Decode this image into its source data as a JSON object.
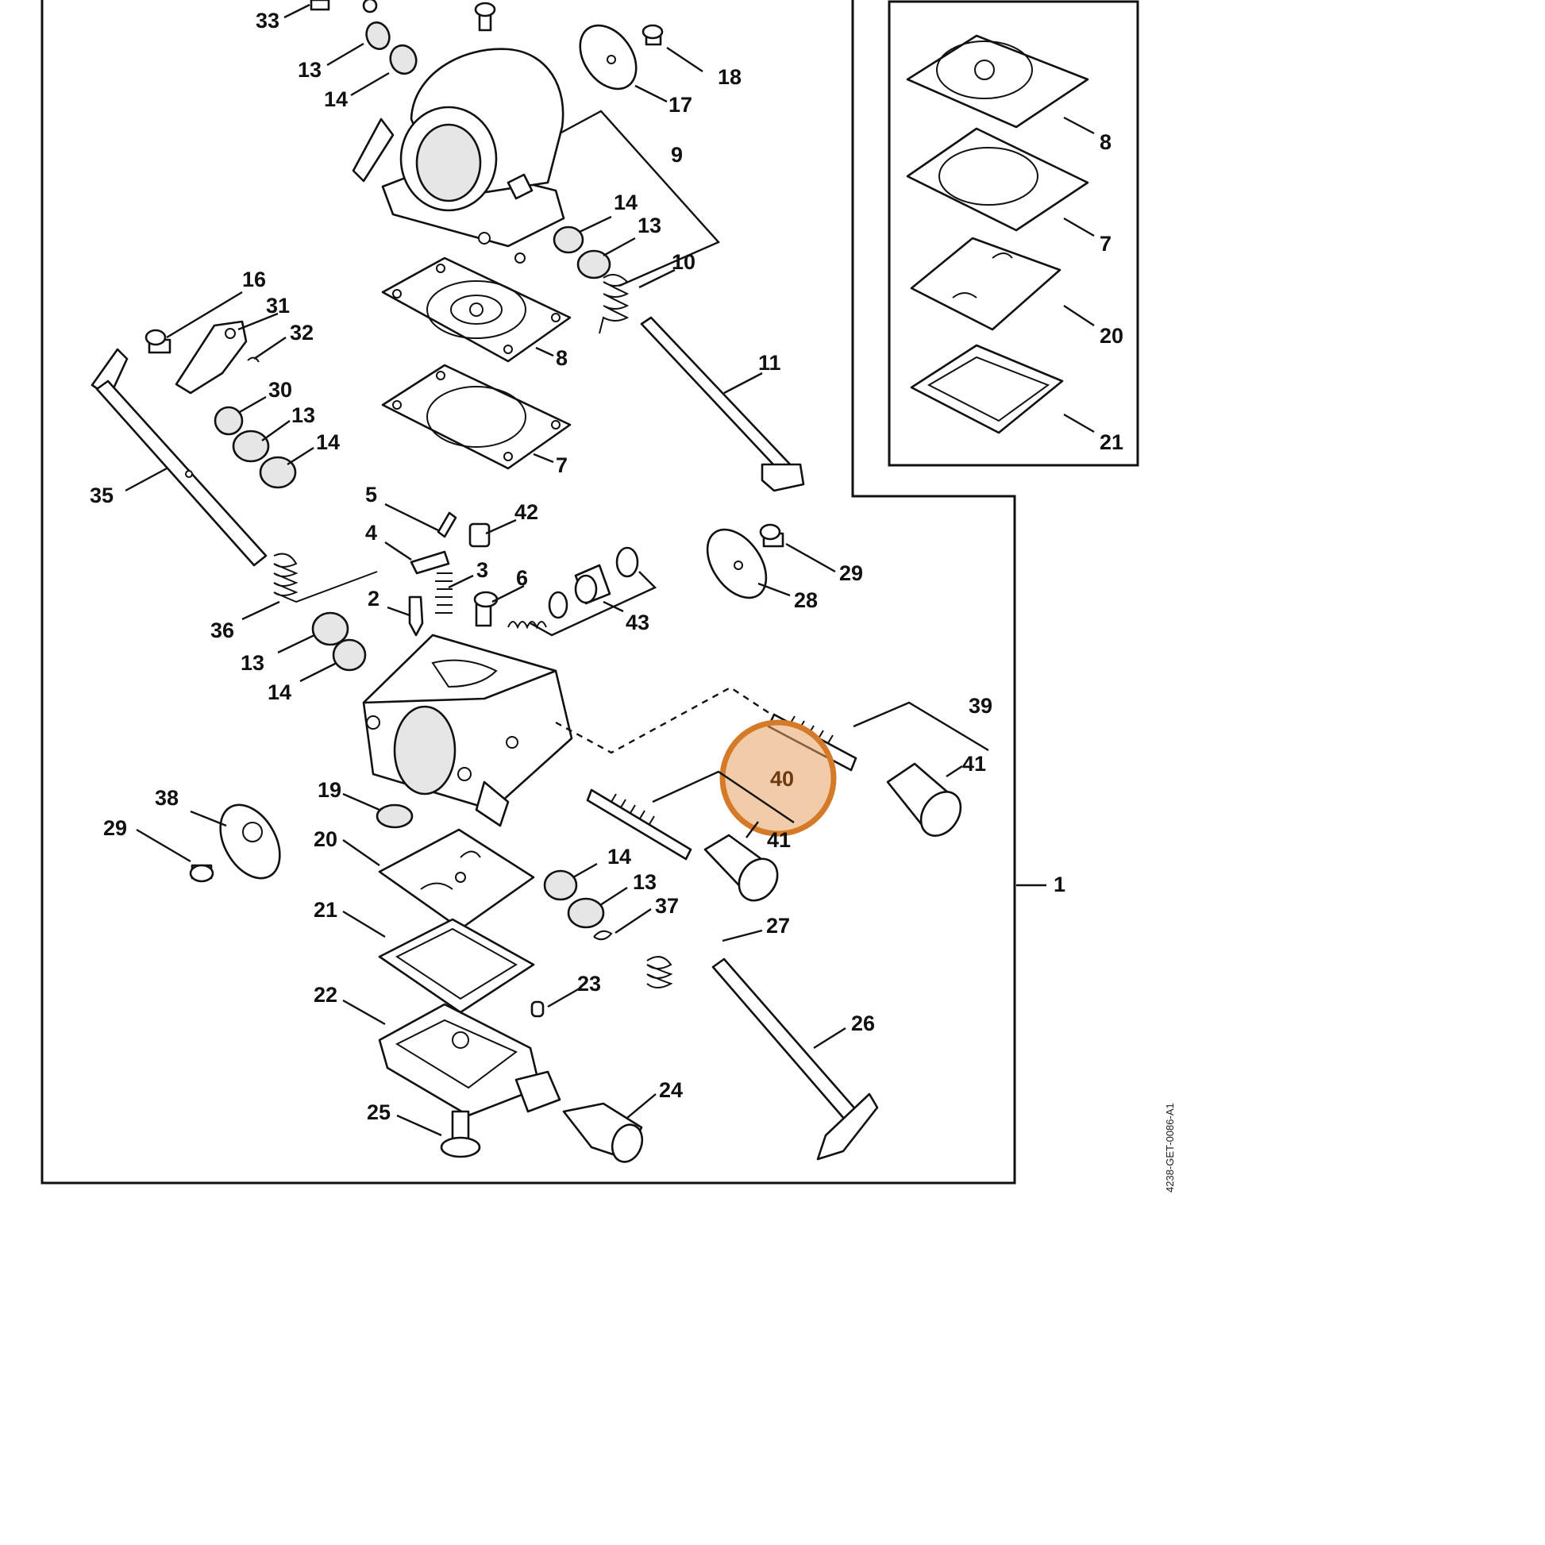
{
  "diagram": {
    "reference_code": "4238-GET-0086-A1",
    "highlighted_callout": "40",
    "highlight_color": "#d47a28",
    "callouts": [
      "1",
      "2",
      "3",
      "4",
      "5",
      "6",
      "7",
      "8",
      "9",
      "10",
      "11",
      "13",
      "14",
      "16",
      "17",
      "18",
      "19",
      "20",
      "21",
      "22",
      "23",
      "24",
      "25",
      "26",
      "27",
      "28",
      "29",
      "30",
      "31",
      "32",
      "33",
      "35",
      "36",
      "37",
      "38",
      "39",
      "40",
      "41",
      "42",
      "43"
    ],
    "callout_texts": {
      "c33": "33",
      "c13a": "13",
      "c14a": "14",
      "c18": "18",
      "c17": "17",
      "c9": "9",
      "c14b": "14",
      "c13b": "13",
      "c10": "10",
      "c16": "16",
      "c31": "31",
      "c32": "32",
      "c30": "30",
      "c13c": "13",
      "c14c": "14",
      "c8a": "8",
      "c7a": "7",
      "c11a": "11",
      "c35": "35",
      "c5": "5",
      "c42": "42",
      "c4": "4",
      "c3": "3",
      "c6": "6",
      "c2": "2",
      "c43": "43",
      "c29a": "29",
      "c28": "28",
      "c36": "36",
      "c13d": "13",
      "c14d": "14",
      "c39": "39",
      "c41a": "41",
      "c40": "40",
      "c41b": "41",
      "c38": "38",
      "c29b": "29",
      "c19": "19",
      "c20a": "20",
      "c14e": "14",
      "c13e": "13",
      "c37": "37",
      "c27": "27",
      "c21a": "21",
      "c23": "23",
      "c22": "22",
      "c26": "26",
      "c25": "25",
      "c24": "24",
      "c1": "1",
      "c8b": "8",
      "c7b": "7",
      "c20b": "20",
      "c21b": "21"
    }
  }
}
